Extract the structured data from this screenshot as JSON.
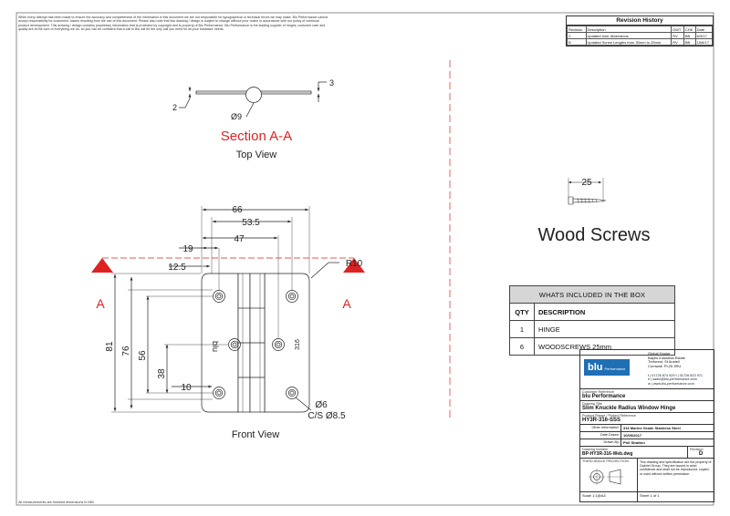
{
  "disclaimer": "While every attempt has been made to ensure the accuracy and completeness of the information in this document we are not responsible for typographical or technical errors we may make. Blu Performance cannot accept responsibility for customers' losses resulting from the use of this document. Please also note that this drawing / design is subject to change without prior notice in accordance with our policy of continual product development. This drawing / design contains proprietary information that is protected by copyright and is property of Blu Performance. Blu Performance is the leading supplier of hinges; customer care and quality are at the core of everything we do, so you can be confident that a call to Blu will be the only call you need for all your hardware needs.",
  "footer_note": "All measurements are finished dimensions in MM",
  "revision": {
    "title": "Revision History",
    "headers": [
      "Revision",
      "Description",
      "DWT",
      "CHK",
      "Date"
    ],
    "rows": [
      [
        "C",
        "Updated hole dimensions",
        "RV",
        "BB",
        "6/3/17"
      ],
      [
        "B",
        "Updated Screw Lengths from 30mm to 25mm",
        "RV",
        "BB",
        "15/6/17"
      ]
    ]
  },
  "section": {
    "title": "Section A-A",
    "subtitle": "Top View",
    "dim_2": "2",
    "dim_3": "3",
    "dim_dia9": "Ø9"
  },
  "front": {
    "label": "Front View",
    "dim_66": "66",
    "dim_53_5": "53.5",
    "dim_47": "47",
    "dim_19": "19",
    "dim_12_5": "12.5",
    "dim_r10": "R10",
    "dim_81": "81",
    "dim_76": "76",
    "dim_56": "56",
    "dim_38": "38",
    "dim_10": "10",
    "dim_dia6": "Ø6",
    "dim_cs": "C/S Ø8.5",
    "stamp_left": "blu",
    "stamp_right": "316",
    "section_marker": "A"
  },
  "screws": {
    "label": "Wood Screws",
    "dim_25": "25"
  },
  "whats_included": {
    "title": "WHATS INCLUDED IN THE BOX",
    "headers": [
      "QTY",
      "DESCRIPTION"
    ],
    "rows": [
      [
        "1",
        "HINGE"
      ],
      [
        "6",
        "WOODSCREWS 25mm"
      ]
    ]
  },
  "title_block": {
    "logo_text": "blu",
    "logo_sub": "Performance",
    "address": [
      "Global House",
      "Bayes Industrial Estate",
      "Treforest, St Austell",
      "Cornwall. PL25 3RU"
    ],
    "contact": [
      "t | 01726 874 929   f | 01726 823 971",
      "e | sales@blu-performance.com",
      "w | www.blu-performance.com"
    ],
    "customer_label": "Customer Reference",
    "customer_value": "blu Performance",
    "drawing_title_label": "Drawing Title",
    "drawing_title_value": "Slim Knuckle Radius Window Hinge",
    "product_label": "Product Range / Project Reference",
    "product_value": "HY3R-316-SSS",
    "other_info_label": "Other Information",
    "other_info_value": "316 Marine Grade Stainless Steel",
    "date_label": "Date Drawn",
    "date_value": "10/05/2017",
    "drawn_label": "Drawn By",
    "drawn_value": "Phil Stratton",
    "dwg_label": "Drawing Number",
    "dwg_value": "BP-HY3R-316-Web.dwg",
    "rev_label": "Revision",
    "rev_value": "D",
    "projection_label": "THIRD ANGLE PROJECTION",
    "projection_note": "This drawing and specification are the property of Gabriel Group. They are issued in strict confidence and shall not be reproduced, copied, or used without written permission.",
    "scale_label": "Scale 1:1@A3",
    "sheet_label": "Sheet  1  of  1"
  }
}
